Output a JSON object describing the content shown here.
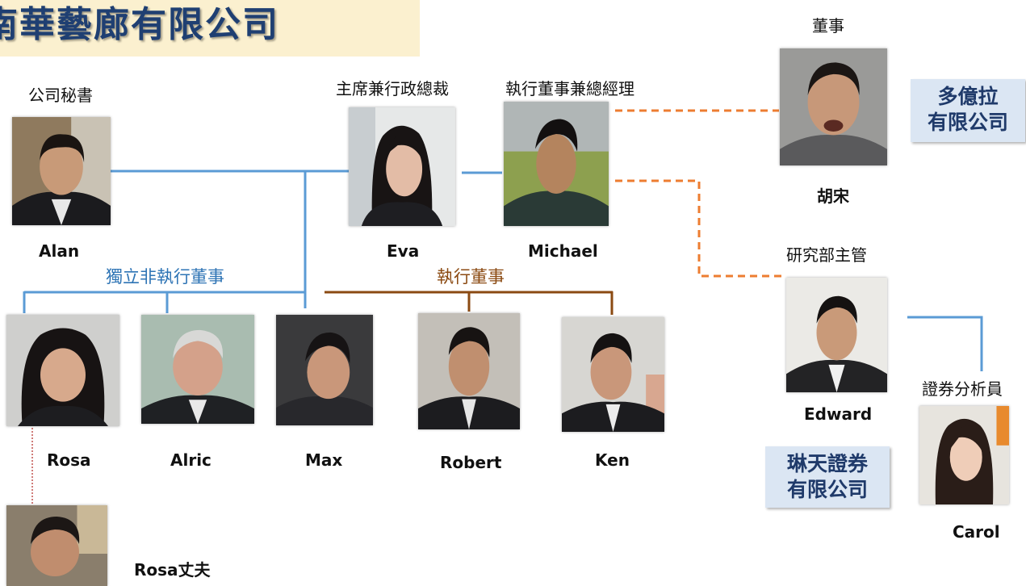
{
  "header": {
    "title": "南華藝廊有限公司"
  },
  "colors": {
    "blue_line": "#5b9bd5",
    "orange_dash": "#ed7d31",
    "brown_line": "#8b4a12",
    "red_dotted": "#c0504d",
    "group_blue": "#2e74b5",
    "group_brown": "#8b4a12",
    "banner_bg": "#fbf0cf",
    "title_color": "#1f3f72",
    "company_box_bg": "#dbe6f3"
  },
  "people": {
    "alan": {
      "role": "公司秘書",
      "name": "Alan"
    },
    "eva": {
      "role": "主席兼行政總裁",
      "name": "Eva"
    },
    "michael": {
      "role": "執行董事兼總經理",
      "name": "Michael"
    },
    "hu_song": {
      "role": "董事",
      "name": "胡宋"
    },
    "edward": {
      "role": "研究部主管",
      "name": "Edward"
    },
    "carol": {
      "role": "證券分析員",
      "name": "Carol"
    },
    "rosa": {
      "name": "Rosa"
    },
    "alric": {
      "name": "Alric"
    },
    "max": {
      "name": "Max"
    },
    "robert": {
      "name": "Robert"
    },
    "ken": {
      "name": "Ken"
    },
    "rosa_husband": {
      "name": "Rosa丈夫"
    }
  },
  "groups": {
    "independent": "獨立非執行董事",
    "executive": "執行董事"
  },
  "companies": {
    "dorado": {
      "line1": "多億拉",
      "line2": "有限公司"
    },
    "lamtin": {
      "line1": "琳天證券",
      "line2": "有限公司"
    }
  }
}
